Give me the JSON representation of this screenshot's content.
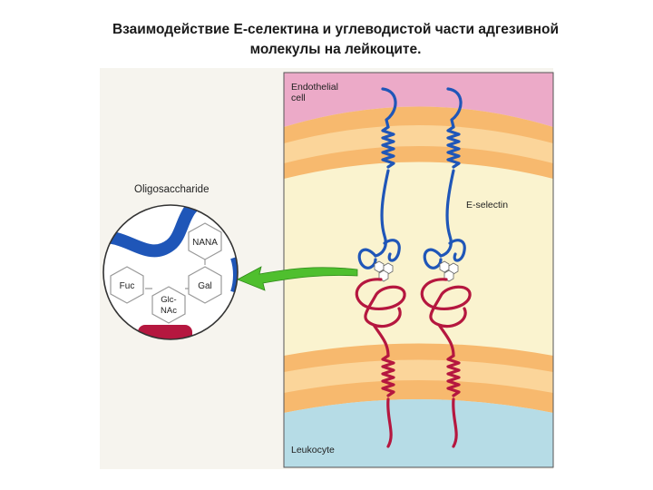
{
  "slide": {
    "title_line1": "Взаимодействие Е-селектина и углеводистой части адгезивной",
    "title_line2": "молекулы на лейкоците."
  },
  "figure": {
    "labels": {
      "endothelial_line1": "Endothelial",
      "endothelial_line2": "cell",
      "e_selectin": "E-selectin",
      "leukocyte": "Leukocyte",
      "oligosaccharide": "Oligosaccharide"
    },
    "sugars": {
      "nana": "NANA",
      "gal": "Gal",
      "fuc": "Fuc",
      "glcnac_line1": "Glc-",
      "glcnac_line2": "NAc"
    },
    "colors": {
      "endothelial": "#ecaac8",
      "membrane": "#f7b96e",
      "membrane_band": "#fbd59a",
      "interior": "#faf3cf",
      "leukocyte": "#b6dce6",
      "e_selectin": "#1f56b8",
      "ligand": "#b5173f",
      "arrow": "#4fbf2e",
      "panel_bg": "#f6f4ee"
    }
  }
}
